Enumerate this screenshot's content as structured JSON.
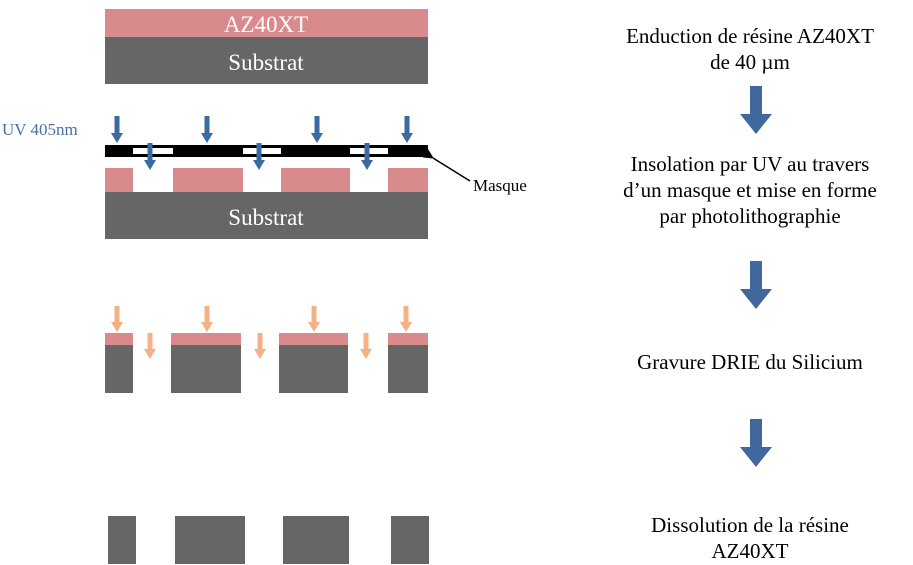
{
  "labels": {
    "resin": "AZ40XT",
    "substrate_1": "Substrat",
    "substrate_2": "Substrat",
    "uv": "UV 405nm",
    "mask": "Masque"
  },
  "steps": [
    "Enduction de résine AZ40XT\nde 40 µm",
    "Insolation par UV au travers\nd’un masque et mise en forme\npar photolithographie",
    "Gravure DRIE du Silicium",
    "Dissolution de la résine\nAZ40XT"
  ],
  "colors": {
    "resin": "#d98a8c",
    "substrate": "#666666",
    "uv_arrow": "#3b6aa0",
    "etch_arrow": "#f4b183",
    "flow_arrow": "#41689c",
    "mask": "#000000",
    "uv_text": "#4a6fa5"
  },
  "icons": [
    "down-arrow-icon",
    "mask-pointer-icon"
  ]
}
